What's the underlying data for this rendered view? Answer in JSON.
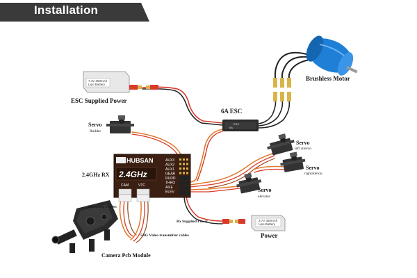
{
  "header": {
    "title": "Installation"
  },
  "labels": {
    "brushless_motor": "Brushless Motor",
    "esc_supplied_power": "ESC Supplied Power",
    "esc": "6A ESC",
    "servo_rudder_title": "Servo",
    "servo_rudder_sub": "Rudder",
    "servo_aileron_title": "Servo",
    "servo_aileron_sub": "left aileron",
    "servo_right_title": "Servo",
    "servo_right_sub": "rightaileron",
    "servo_elevator_title": "Servo",
    "servo_elevator_sub": "elevator",
    "receiver": "2.4GHz RX",
    "recording_cables": "Recording Cables",
    "video_cables": "5.8G Video transmitter cables",
    "camera_module": "Camera Pcb Module",
    "rx_supplied_power": "Rx Supplied Power",
    "power": "Power"
  },
  "esc_battery_text": [
    "7.4V 350mAh",
    "Lipo Battery"
  ],
  "rx_battery_text": [
    "3.7V 350mAh",
    "Lipo Battery"
  ],
  "esc_text": [
    "ESC",
    "6A"
  ],
  "receiver": {
    "brand": "HUBSAN",
    "band": "2.4GHz",
    "channels": [
      "AUX3",
      "AUX2",
      "AUX1",
      "GEAR",
      "RUDD",
      "THRO",
      "AILE",
      "ELEV"
    ],
    "connectors": [
      "CAM",
      "VTC"
    ]
  },
  "colors": {
    "banner": "#3a3a3a",
    "receiver_body": "#3b1f12",
    "motor": "#1f7fd6",
    "servo": "#333333",
    "wire_orange": "#e07a2c",
    "wire_red": "#d93a2a",
    "wire_black": "#222222",
    "gold": "#d9b44a"
  }
}
